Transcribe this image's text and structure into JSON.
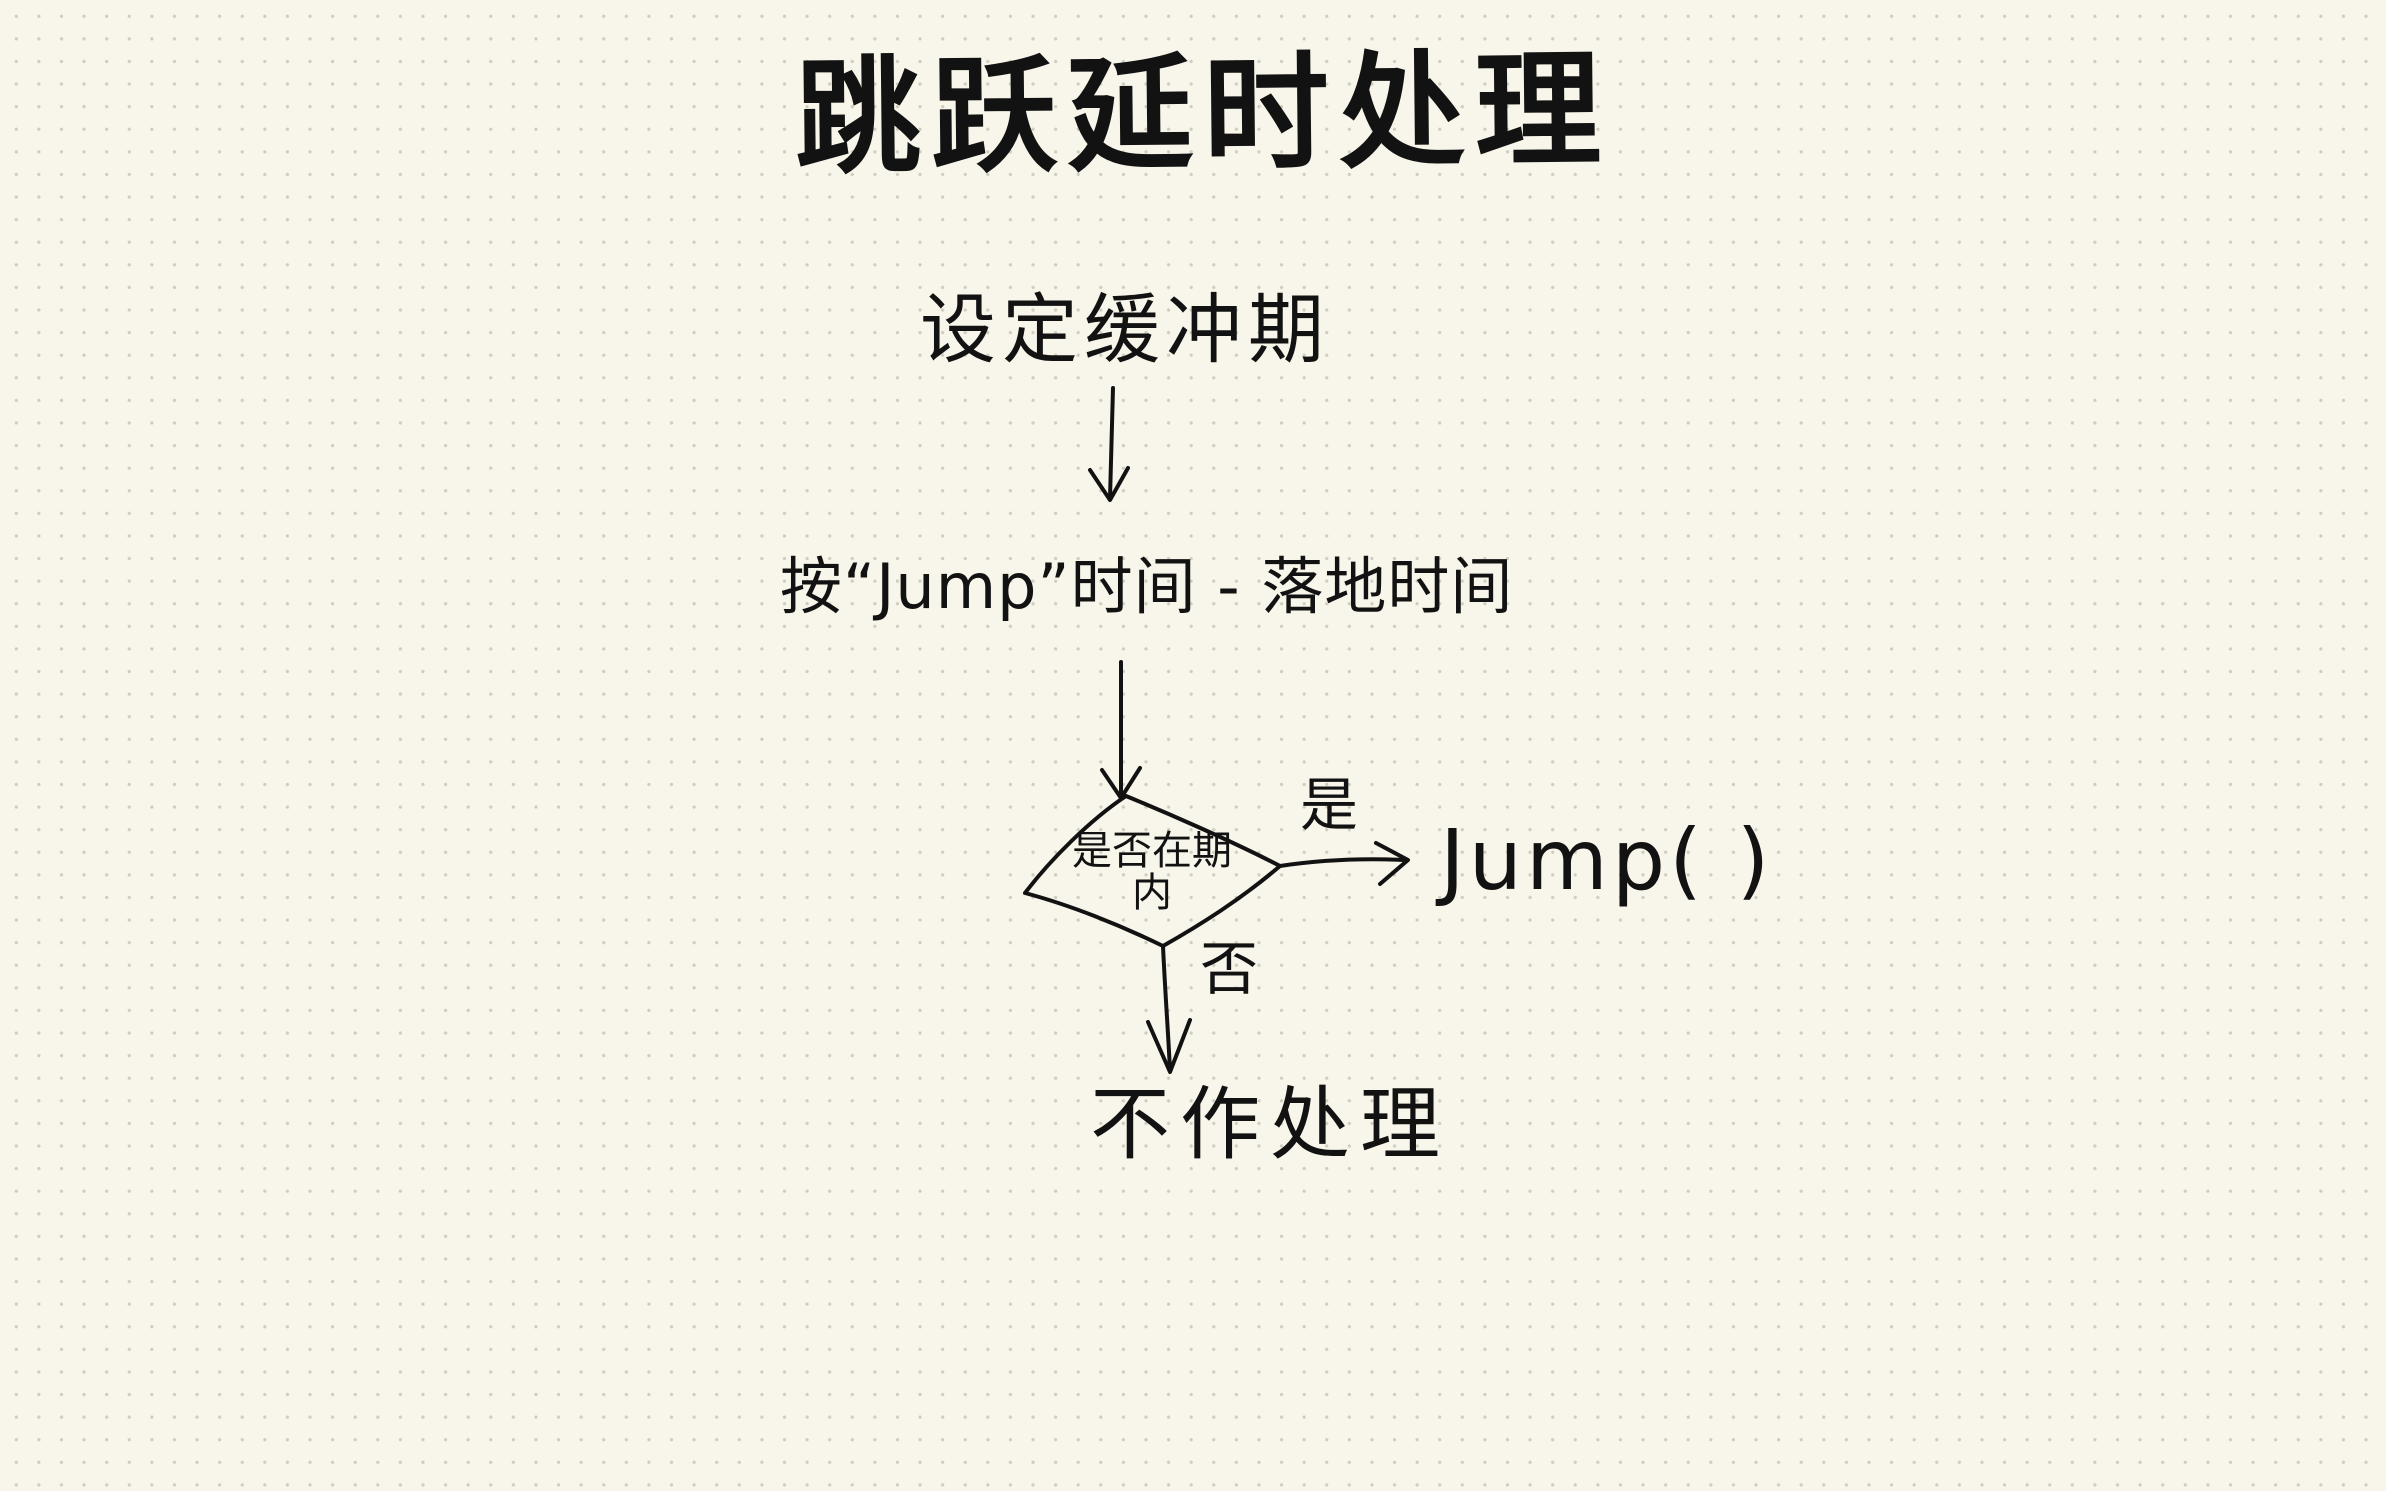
{
  "diagram": {
    "title": "跳跃延时处理",
    "nodes": {
      "set_buffer": "设定缓冲期",
      "compute_time": "按“Jump”时间 - 落地时间",
      "decision": "是否在期内",
      "action_jump": "Jump( )",
      "no_action": "不作处理"
    },
    "edges": {
      "yes_label": "是",
      "no_label": "否"
    }
  },
  "colors": {
    "background": "#f8f6ea",
    "ink": "#121212",
    "grid_dot": "#cfcdbf"
  }
}
